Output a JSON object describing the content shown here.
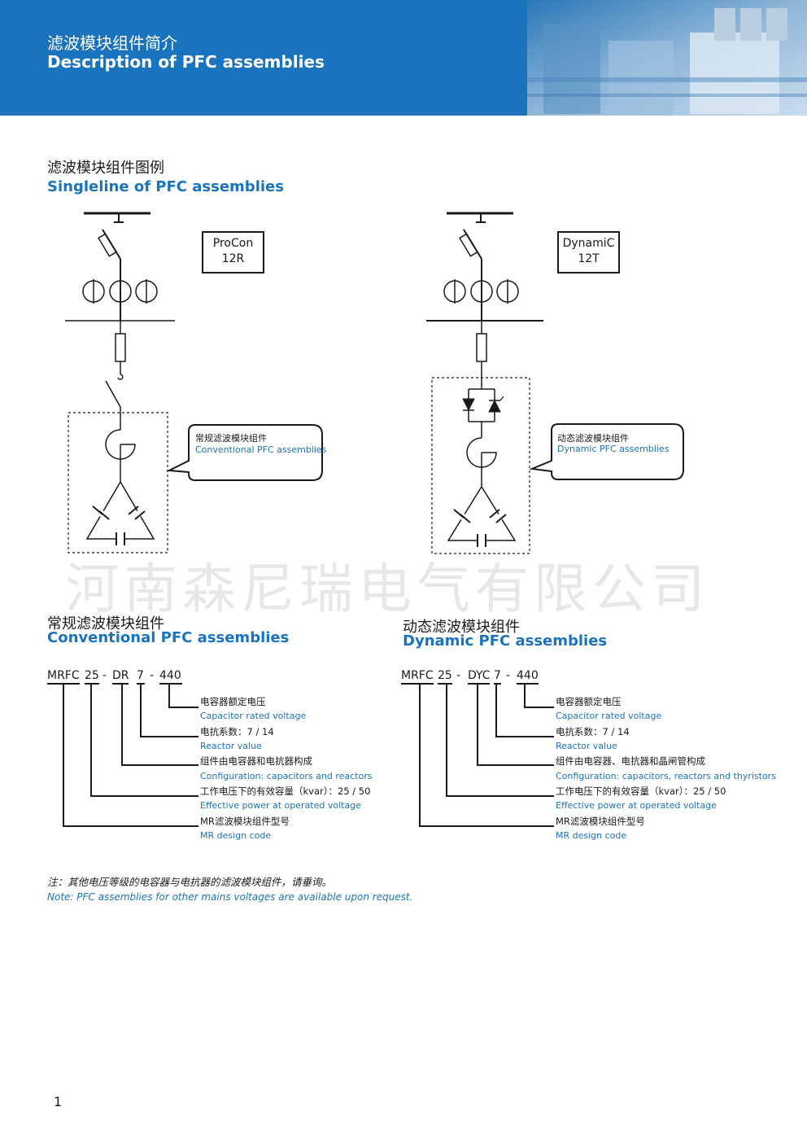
{
  "header": {
    "title_cn": "滤波模块组件简介",
    "title_en": "Description of PFC assemblies"
  },
  "singleline": {
    "title_cn": "滤波模块组件图例",
    "title_en": "Singleline of PFC assemblies",
    "left_box_line1": "ProCon",
    "left_box_line2": "12R",
    "right_box_line1": "DynamiC",
    "right_box_line2": "12T",
    "left_callout_cn": "常规滤波模块组件",
    "left_callout_en": "Conventional PFC assemblies",
    "right_callout_cn": "动态滤波模块组件",
    "right_callout_en": "Dynamic PFC assemblies"
  },
  "watermark": "河南森尼瑞电气有限公司",
  "conventional": {
    "title_cn": "常规滤波模块组件",
    "title_en": "Conventional PFC assemblies",
    "code": [
      "MRFC",
      "25",
      "-",
      "DR",
      "7",
      "-",
      "440"
    ],
    "labels": [
      {
        "cn": "电容器额定电压",
        "en": "Capacitor rated voltage"
      },
      {
        "cn": "电抗系数：7 / 14",
        "en": "Reactor value"
      },
      {
        "cn": "组件由电容器和电抗器构成",
        "en": "Configuration: capacitors and reactors"
      },
      {
        "cn": "工作电压下的有效容量（kvar）：25 / 50",
        "en": "Effective power at operated voltage"
      },
      {
        "cn": "MR滤波模块组件型号",
        "en": "MR design code"
      }
    ]
  },
  "dynamic": {
    "title_cn": "动态滤波模块组件",
    "title_en": "Dynamic PFC assemblies",
    "code": [
      "MRFC",
      "25",
      "-",
      "DYC",
      "7",
      "-",
      "440"
    ],
    "labels": [
      {
        "cn": "电容器额定电压",
        "en": "Capacitor rated voltage"
      },
      {
        "cn": "电抗系数：7 / 14",
        "en": "Reactor value"
      },
      {
        "cn": "组件由电容器、电抗器和晶闸管构成",
        "en": "Configuration: capacitors, reactors and thyristors"
      },
      {
        "cn": "工作电压下的有效容量（kvar）：25 / 50",
        "en": "Effective power at operated voltage"
      },
      {
        "cn": "MR滤波模块组件型号",
        "en": "MR design code"
      }
    ]
  },
  "note": {
    "cn": "注：其他电压等级的电容器与电抗器的滤波模块组件，请垂询。",
    "en": "Note: PFC assemblies for other mains voltages are available upon request."
  },
  "page_number": "1",
  "colors": {
    "brand_blue": "#1a73bd",
    "text": "#1a1a1a"
  }
}
